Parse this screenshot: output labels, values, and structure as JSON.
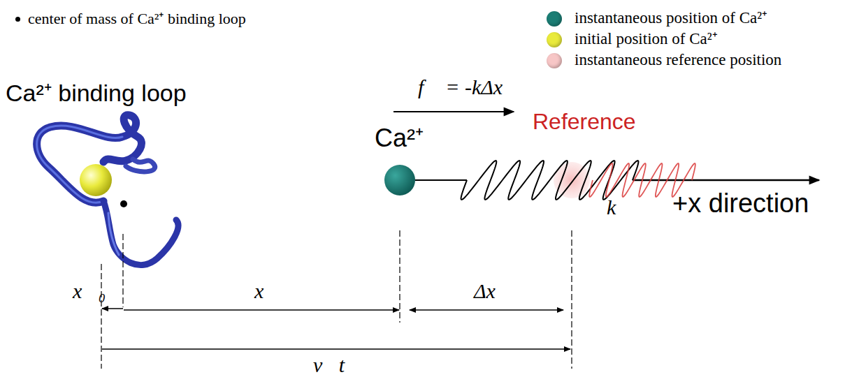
{
  "diagram": {
    "labels": [
      "Ca²⁺ binding loop",
      "f⃗ = -kΔx⃗",
      "Ca²⁺",
      "Reference",
      "k",
      "+x direction",
      "x⃗₀",
      "x⃗",
      "Δx⃗",
      "v⃗t"
    ],
    "legend": [
      {
        "text": "center of mass of Ca²⁺ binding loop",
        "color": "#000000"
      },
      {
        "text": "instantaneous position of Ca²⁺",
        "color": "#1b7d74"
      },
      {
        "text": "initial position of Ca²⁺",
        "color": "#e9ea3c"
      },
      {
        "text": "instantaneous reference position",
        "color": "#f7c6c6"
      }
    ]
  }
}
